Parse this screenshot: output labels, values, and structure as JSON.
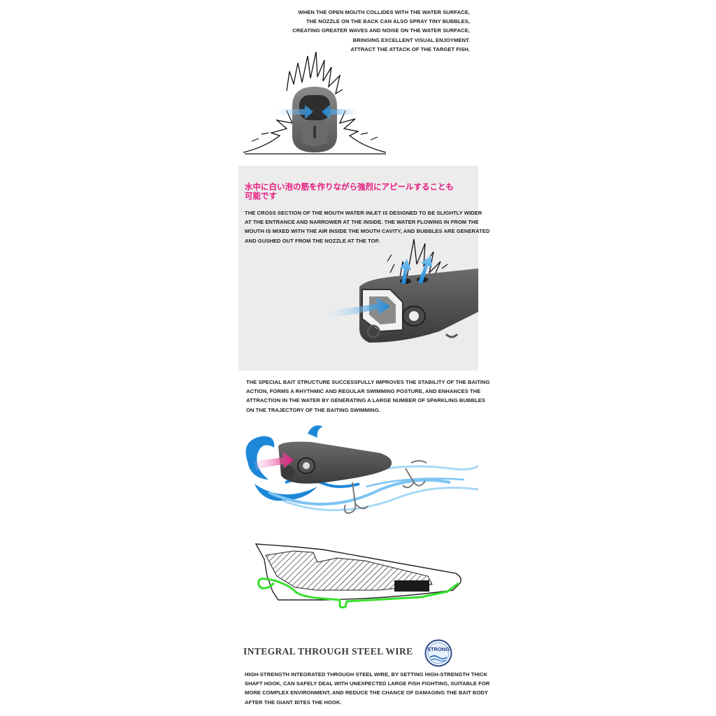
{
  "top_section": {
    "caption_lines": [
      "WHEN THE OPEN MOUTH COLLIDES WITH THE WATER SURFACE,",
      "THE NOZZLE ON THE BACK CAN ALSO SPRAY TINY BUBBLES,",
      "CREATING GREATER WAVES AND NOISE ON THE WATER SURFACE,",
      "BRINGING EXCELLENT VISUAL ENJOYMENT.",
      "ATTRACT THE ATTACK OF THE TARGET FISH."
    ]
  },
  "cross_section": {
    "jp_heading_lines": [
      "水中に白い泡の筋を作りながら強烈にアピールすることも",
      "可能です"
    ],
    "caption_lines": [
      "THE CROSS SECTION OF THE MOUTH WATER INLET IS DESIGNED TO BE SLIGHTLY WIDER",
      "AT THE ENTRANCE AND NARROWER AT THE INSIDE. THE WATER FLOWING IN FROM THE",
      "MOUTH IS MIXED WITH THE AIR INSIDE THE MOUTH CAVITY, AND BUBBLES ARE GENERATED",
      "AND GUSHED OUT FROM THE NOZZLE AT THE TOP."
    ]
  },
  "swimming_section": {
    "caption_lines": [
      "THE SPECIAL BAIT STRUCTURE SUCCESSFULLY IMPROVES THE STABILITY OF THE BAITING",
      "ACTION, FORMS A RHYTHMIC AND REGULAR SWIMMING POSTURE, AND ENHANCES THE",
      "ATTRACTION IN THE WATER BY GENERATING A LARGE NUMBER OF SPARKLING BUBBLES",
      "ON THE TRAJECTORY OF THE BAITING SWIMMING."
    ]
  },
  "wire_section": {
    "title": "INTEGRAL THROUGH STEEL WIRE",
    "badge_label": "STRONG",
    "caption_lines": [
      "HIGH-STRENGTH INTEGRATED THROUGH STEEL WIRE, BY SETTING HIGH-STRENGTH THICK",
      "SHAFT HOOK, CAN SAFELY DEAL WITH UNEXPECTED LARGE FISH FIGHTING, SUITABLE FOR",
      "MORE COMPLEX ENVIRONMENT, AND REDUCE THE CHANCE OF DAMAGING THE BAIT BODY",
      "AFTER THE GIANT BITES THE HOOK."
    ]
  },
  "colors": {
    "accent_pink": "#e5177f",
    "water_blue": "#1e88d8",
    "wire_green": "#33e02a",
    "panel_gray": "#ececec",
    "lure_dark": "#4a4a4a"
  }
}
